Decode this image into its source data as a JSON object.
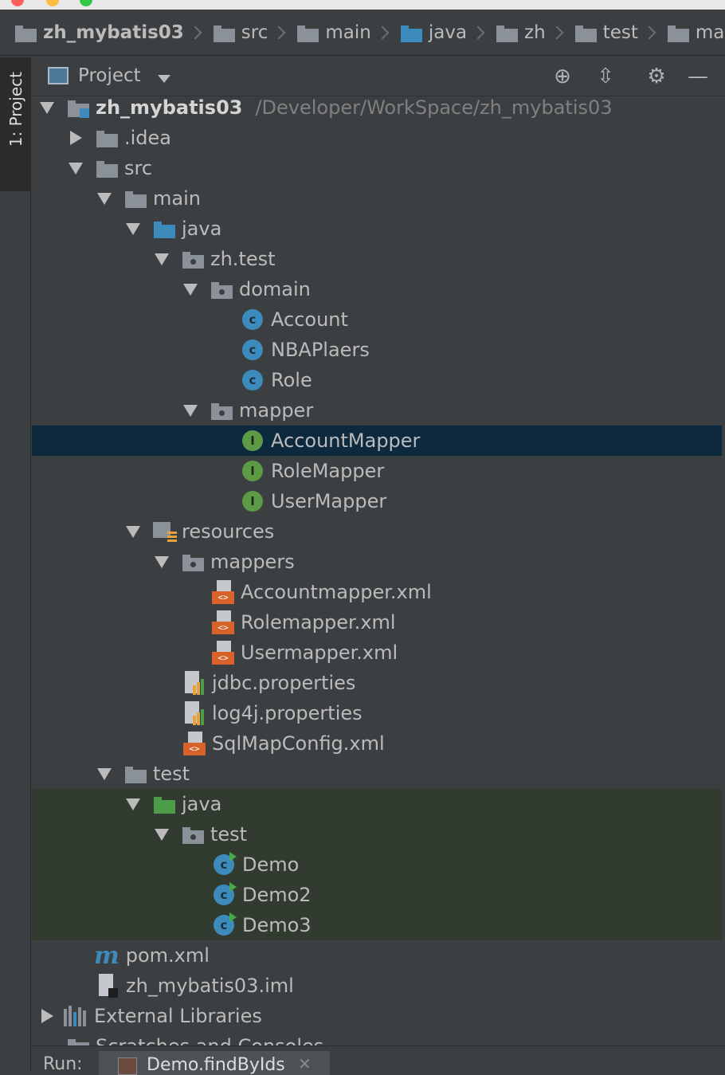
{
  "breadcrumbs": [
    {
      "label": "zh_mybatis03",
      "icon": "module-icon",
      "bold": true
    },
    {
      "label": "src",
      "icon": "folder-icon"
    },
    {
      "label": "main",
      "icon": "folder-icon"
    },
    {
      "label": "java",
      "icon": "source-folder-icon"
    },
    {
      "label": "zh",
      "icon": "package-icon"
    },
    {
      "label": "test",
      "icon": "package-icon"
    },
    {
      "label": "mapper",
      "icon": "package-icon"
    }
  ],
  "sidebar": {
    "tab_label": "1: Project"
  },
  "panel": {
    "title": "Project"
  },
  "tree": [
    {
      "label": "zh_mybatis03",
      "path": "/Developer/WorkSpace/zh_mybatis03",
      "depth": 0,
      "arrow": "down",
      "icon": "module",
      "bold": true
    },
    {
      "label": ".idea",
      "depth": 1,
      "arrow": "right",
      "icon": "folder"
    },
    {
      "label": "src",
      "depth": 1,
      "arrow": "down",
      "icon": "folder"
    },
    {
      "label": "main",
      "depth": 2,
      "arrow": "down",
      "icon": "folder"
    },
    {
      "label": "java",
      "depth": 3,
      "arrow": "down",
      "icon": "folder-blue"
    },
    {
      "label": "zh.test",
      "depth": 4,
      "arrow": "down",
      "icon": "package"
    },
    {
      "label": "domain",
      "depth": 5,
      "arrow": "down",
      "icon": "package"
    },
    {
      "label": "Account",
      "depth": 6,
      "arrow": "none",
      "icon": "class"
    },
    {
      "label": "NBAPlaers",
      "depth": 6,
      "arrow": "none",
      "icon": "class"
    },
    {
      "label": "Role",
      "depth": 6,
      "arrow": "none",
      "icon": "class"
    },
    {
      "label": "mapper",
      "depth": 5,
      "arrow": "down",
      "icon": "package"
    },
    {
      "label": "AccountMapper",
      "depth": 6,
      "arrow": "none",
      "icon": "interface",
      "selected": true
    },
    {
      "label": "RoleMapper",
      "depth": 6,
      "arrow": "none",
      "icon": "interface"
    },
    {
      "label": "UserMapper",
      "depth": 6,
      "arrow": "none",
      "icon": "interface"
    },
    {
      "label": "resources",
      "depth": 3,
      "arrow": "down",
      "icon": "resources"
    },
    {
      "label": "mappers",
      "depth": 4,
      "arrow": "down",
      "icon": "package"
    },
    {
      "label": "Accountmapper.xml",
      "depth": 5,
      "arrow": "none",
      "icon": "xml"
    },
    {
      "label": "Rolemapper.xml",
      "depth": 5,
      "arrow": "none",
      "icon": "xml"
    },
    {
      "label": "Usermapper.xml",
      "depth": 5,
      "arrow": "none",
      "icon": "xml"
    },
    {
      "label": "jdbc.properties",
      "depth": 4,
      "arrow": "none",
      "icon": "properties"
    },
    {
      "label": "log4j.properties",
      "depth": 4,
      "arrow": "none",
      "icon": "properties"
    },
    {
      "label": "SqlMapConfig.xml",
      "depth": 4,
      "arrow": "none",
      "icon": "xml"
    },
    {
      "label": "test",
      "depth": 2,
      "arrow": "down",
      "icon": "folder"
    },
    {
      "label": "java",
      "depth": 3,
      "arrow": "down",
      "icon": "folder-green",
      "test": true
    },
    {
      "label": "test",
      "depth": 4,
      "arrow": "down",
      "icon": "package",
      "test": true
    },
    {
      "label": "Demo",
      "depth": 5,
      "arrow": "none",
      "icon": "test-class",
      "test": true
    },
    {
      "label": "Demo2",
      "depth": 5,
      "arrow": "none",
      "icon": "test-class",
      "test": true
    },
    {
      "label": "Demo3",
      "depth": 5,
      "arrow": "none",
      "icon": "test-class",
      "test": true
    },
    {
      "label": "pom.xml",
      "depth": 1,
      "arrow": "none",
      "icon": "maven"
    },
    {
      "label": "zh_mybatis03.iml",
      "depth": 1,
      "arrow": "none",
      "icon": "iml"
    },
    {
      "label": "External Libraries",
      "depth": 0,
      "arrow": "right",
      "icon": "libraries"
    },
    {
      "label": "Scratches and Consoles",
      "depth": 0,
      "arrow": "none",
      "icon": "scratches"
    }
  ],
  "bottom": {
    "run_label": "Run:",
    "tab_label": "Demo.findByIds"
  },
  "colors": {
    "selected_row": "#0d293e",
    "test_row": "#313b30",
    "background": "#3c3f41"
  }
}
